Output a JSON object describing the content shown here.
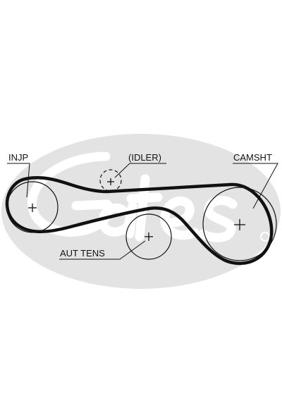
{
  "labels": {
    "injp": "INJP",
    "idler": "(IDLER)",
    "camsht": "CAMSHT",
    "aut_tens": "AUT TENS"
  },
  "watermark": {
    "brand_color": "#e3e3e3"
  },
  "colors": {
    "line": "#111111",
    "background": "#ffffff"
  }
}
